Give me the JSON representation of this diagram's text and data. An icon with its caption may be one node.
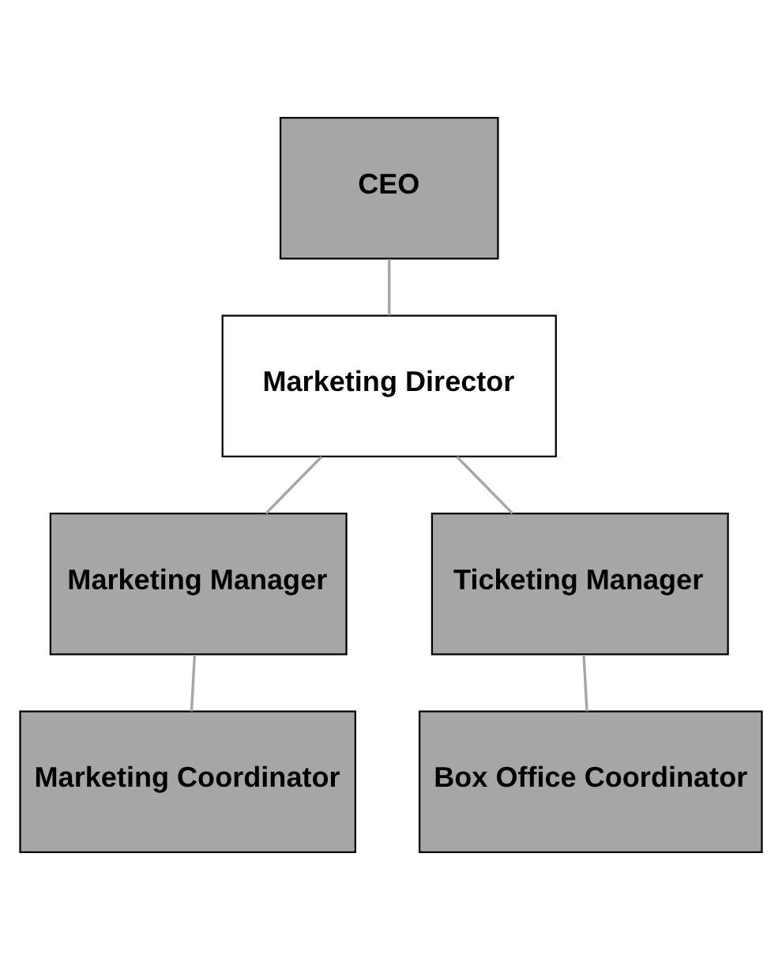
{
  "diagram": {
    "nodes": [
      {
        "text": [
          "CEO"
        ]
      },
      {
        "text": [
          "Marketing Director"
        ]
      },
      {
        "text": [
          "Marketing Manager"
        ]
      },
      {
        "text": [
          "Ticketing Manager"
        ]
      },
      {
        "text": [
          "Marketing Coordinator"
        ]
      },
      {
        "text": [
          "Box Office Coordinator"
        ]
      }
    ],
    "edges": [
      {
        "from": 0,
        "to": 1,
        "arrow": "none"
      },
      {
        "from": 1,
        "to": 2,
        "arrow": "none"
      },
      {
        "from": 1,
        "to": 3,
        "arrow": "none"
      },
      {
        "from": 2,
        "to": 4,
        "arrow": "none"
      },
      {
        "from": 3,
        "to": 5,
        "arrow": "none"
      }
    ]
  }
}
